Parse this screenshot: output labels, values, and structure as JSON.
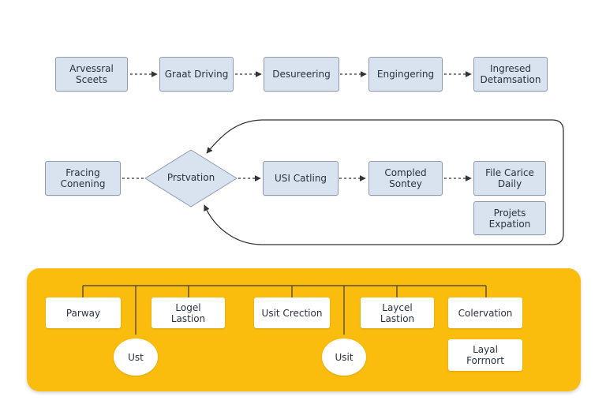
{
  "row1": [
    {
      "id": "arvessral",
      "label": "Arvessral\nSceets"
    },
    {
      "id": "graat",
      "label": "Graat Driving"
    },
    {
      "id": "desureering",
      "label": "Desureering"
    },
    {
      "id": "engingering",
      "label": "Engingering"
    },
    {
      "id": "ingresed",
      "label": "Ingresed\nDetamsation"
    }
  ],
  "row2": [
    {
      "id": "fracing",
      "label": "Fracing\nConening"
    },
    {
      "id": "prstvation",
      "label": "Prstvation"
    },
    {
      "id": "usi-catling",
      "label": "USI Catling"
    },
    {
      "id": "compled",
      "label": "Compled\nSontey"
    },
    {
      "id": "file-carice",
      "label": "File Carice\nDaily"
    },
    {
      "id": "projets",
      "label": "Projets\nExpation"
    }
  ],
  "panel": {
    "color": "#fbbd0d",
    "boxes": [
      {
        "id": "parway",
        "label": "Parway"
      },
      {
        "id": "logel",
        "label": "Logel\nLastion"
      },
      {
        "id": "usit-crection",
        "label": "Usit Crection"
      },
      {
        "id": "laycel",
        "label": "Laycel\nLastion"
      },
      {
        "id": "colervation",
        "label": "Colervation"
      },
      {
        "id": "layal",
        "label": "Layal\nForrnort"
      }
    ],
    "ovals": [
      {
        "id": "ust-1",
        "label": "Ust"
      },
      {
        "id": "ust-2",
        "label": "Usit"
      }
    ]
  }
}
